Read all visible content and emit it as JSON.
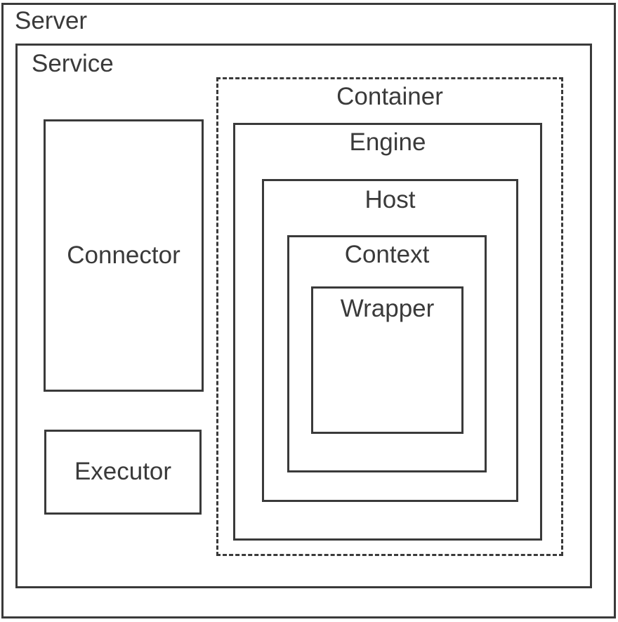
{
  "colors": {
    "background": "#ffffff",
    "border": "#3a3a3a",
    "text": "#3a3a3a"
  },
  "nodes": {
    "server": {
      "label": "Server"
    },
    "service": {
      "label": "Service"
    },
    "connector": {
      "label": "Connector"
    },
    "executor": {
      "label": "Executor"
    },
    "container": {
      "label": "Container"
    },
    "engine": {
      "label": "Engine"
    },
    "host": {
      "label": "Host"
    },
    "context": {
      "label": "Context"
    },
    "wrapper": {
      "label": "Wrapper"
    }
  }
}
